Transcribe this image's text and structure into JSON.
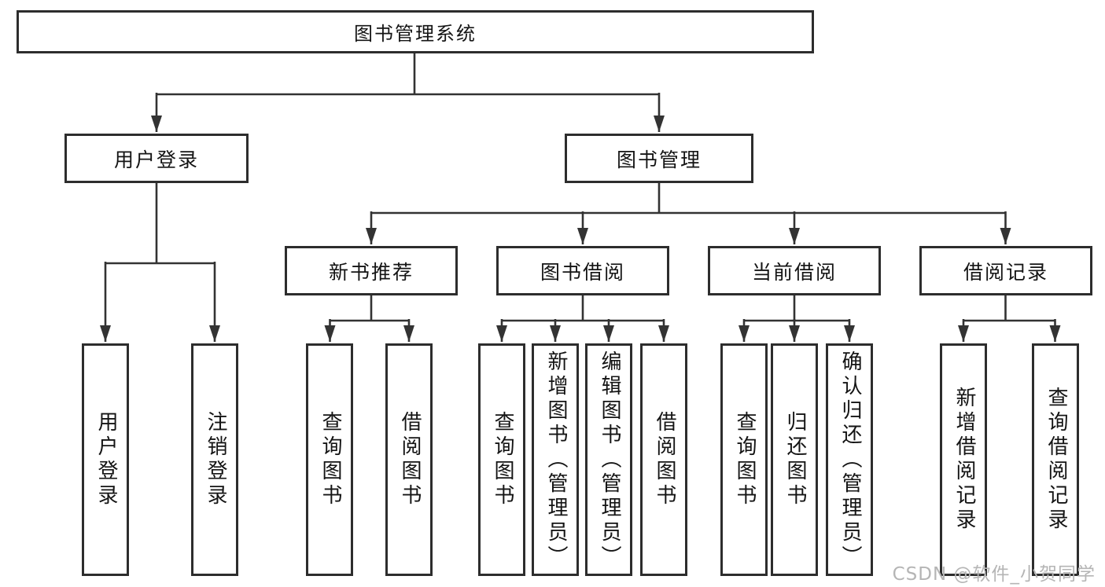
{
  "diagram": {
    "root": {
      "label": "图书管理系统"
    },
    "level2": [
      {
        "label": "用户登录"
      },
      {
        "label": "图书管理"
      }
    ],
    "level3": [
      {
        "label": "新书推荐"
      },
      {
        "label": "图书借阅"
      },
      {
        "label": "当前借阅"
      },
      {
        "label": "借阅记录"
      }
    ],
    "leaves": [
      {
        "label": "用户登录"
      },
      {
        "label": "注销登录"
      },
      {
        "label": "查询图书"
      },
      {
        "label": "借阅图书"
      },
      {
        "label": "查询图书"
      },
      {
        "label": "新增图书（管理员）"
      },
      {
        "label": "编辑图书（管理员）"
      },
      {
        "label": "借阅图书"
      },
      {
        "label": "查询图书"
      },
      {
        "label": "归还图书"
      },
      {
        "label": "确认归还（管理员）"
      },
      {
        "label": "新增借阅记录"
      },
      {
        "label": "查询借阅记录"
      }
    ],
    "watermark": "CSDN @软件_小贺同学",
    "colors": {
      "line": "#333333",
      "box_border": "#2d2d2d",
      "box_fill": "#ffffff",
      "text": "#141414",
      "watermark": "#b5b5b5"
    }
  }
}
